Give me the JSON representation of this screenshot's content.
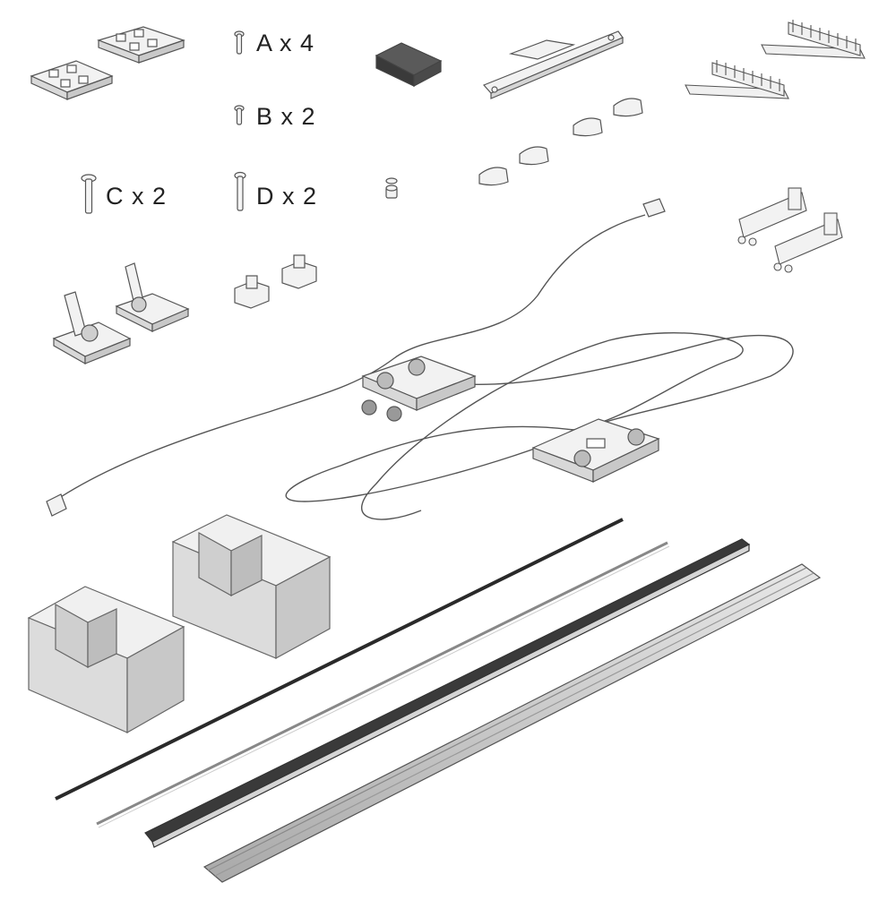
{
  "parts": {
    "screw_a": {
      "letter": "A",
      "label": "A x 4"
    },
    "screw_b": {
      "letter": "B",
      "label": "B x 2"
    },
    "screw_c": {
      "letter": "C",
      "label": "C x 2"
    },
    "screw_d": {
      "letter": "D",
      "label": "D x 2"
    }
  },
  "colors": {
    "line": "#555555",
    "part_fill": "#f2f2f2",
    "part_shade": "#d9d9d9",
    "block_top": "#f0f0f0",
    "block_front": "#dcdcdc",
    "block_side": "#c8c8c8",
    "rail_dark": "#2a2a2a",
    "cable": "#555555"
  }
}
